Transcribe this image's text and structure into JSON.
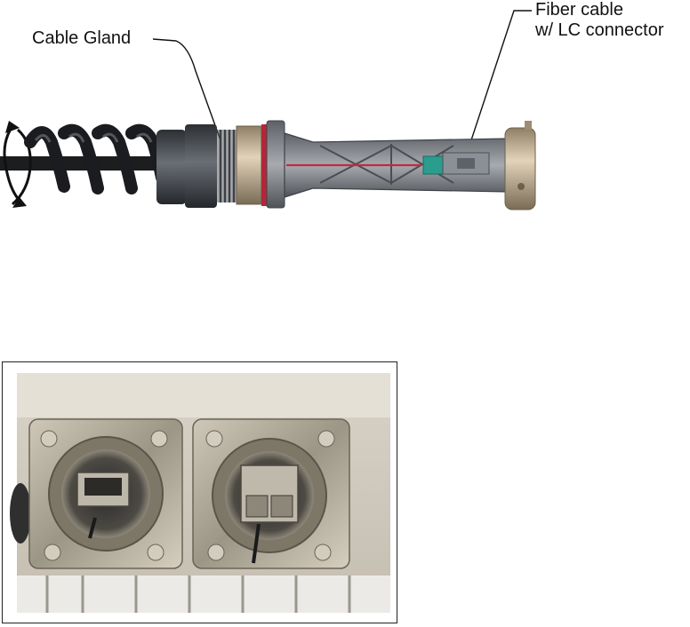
{
  "labels": {
    "cable_gland": "Cable Gland",
    "fiber_line1": "Fiber cable",
    "fiber_line2": "w/ LC connector"
  },
  "colors": {
    "gland_dark": "#3a3d42",
    "gland_mid": "#55595f",
    "housing": "#6f747a",
    "brass": "#c9b79a",
    "red_fiber": "#c8283a",
    "teal_connector": "#2a9d8f",
    "panel": "#e9e4dc",
    "metal_plate": "#b3ad9f"
  },
  "icons": {
    "rotation": "rotate-arrow-icon"
  }
}
